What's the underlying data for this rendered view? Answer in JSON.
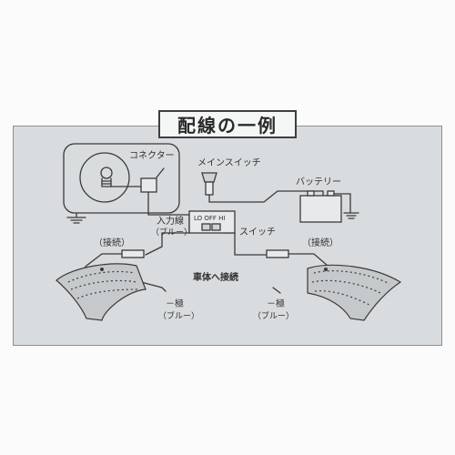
{
  "title": "配線の一例",
  "labels": {
    "connector": "コネクター",
    "main_switch": "メインスイッチ",
    "battery": "バッテリー",
    "input_wire": "入力線",
    "input_wire_color": "（ブルー）",
    "switch_positions": "LO OFF HI",
    "switch": "スイッチ",
    "connect_left": "（接続）",
    "connect_right": "（接続）",
    "chassis_ground": "車体へ接続",
    "negative_left": "－極",
    "negative_left_color": "（ブルー）",
    "negative_right": "－極",
    "negative_right_color": "（ブルー）"
  },
  "colors": {
    "panel_bg": "#d9dcde",
    "line": "#3a3a3a",
    "title_bg": "#f4f5f5"
  }
}
